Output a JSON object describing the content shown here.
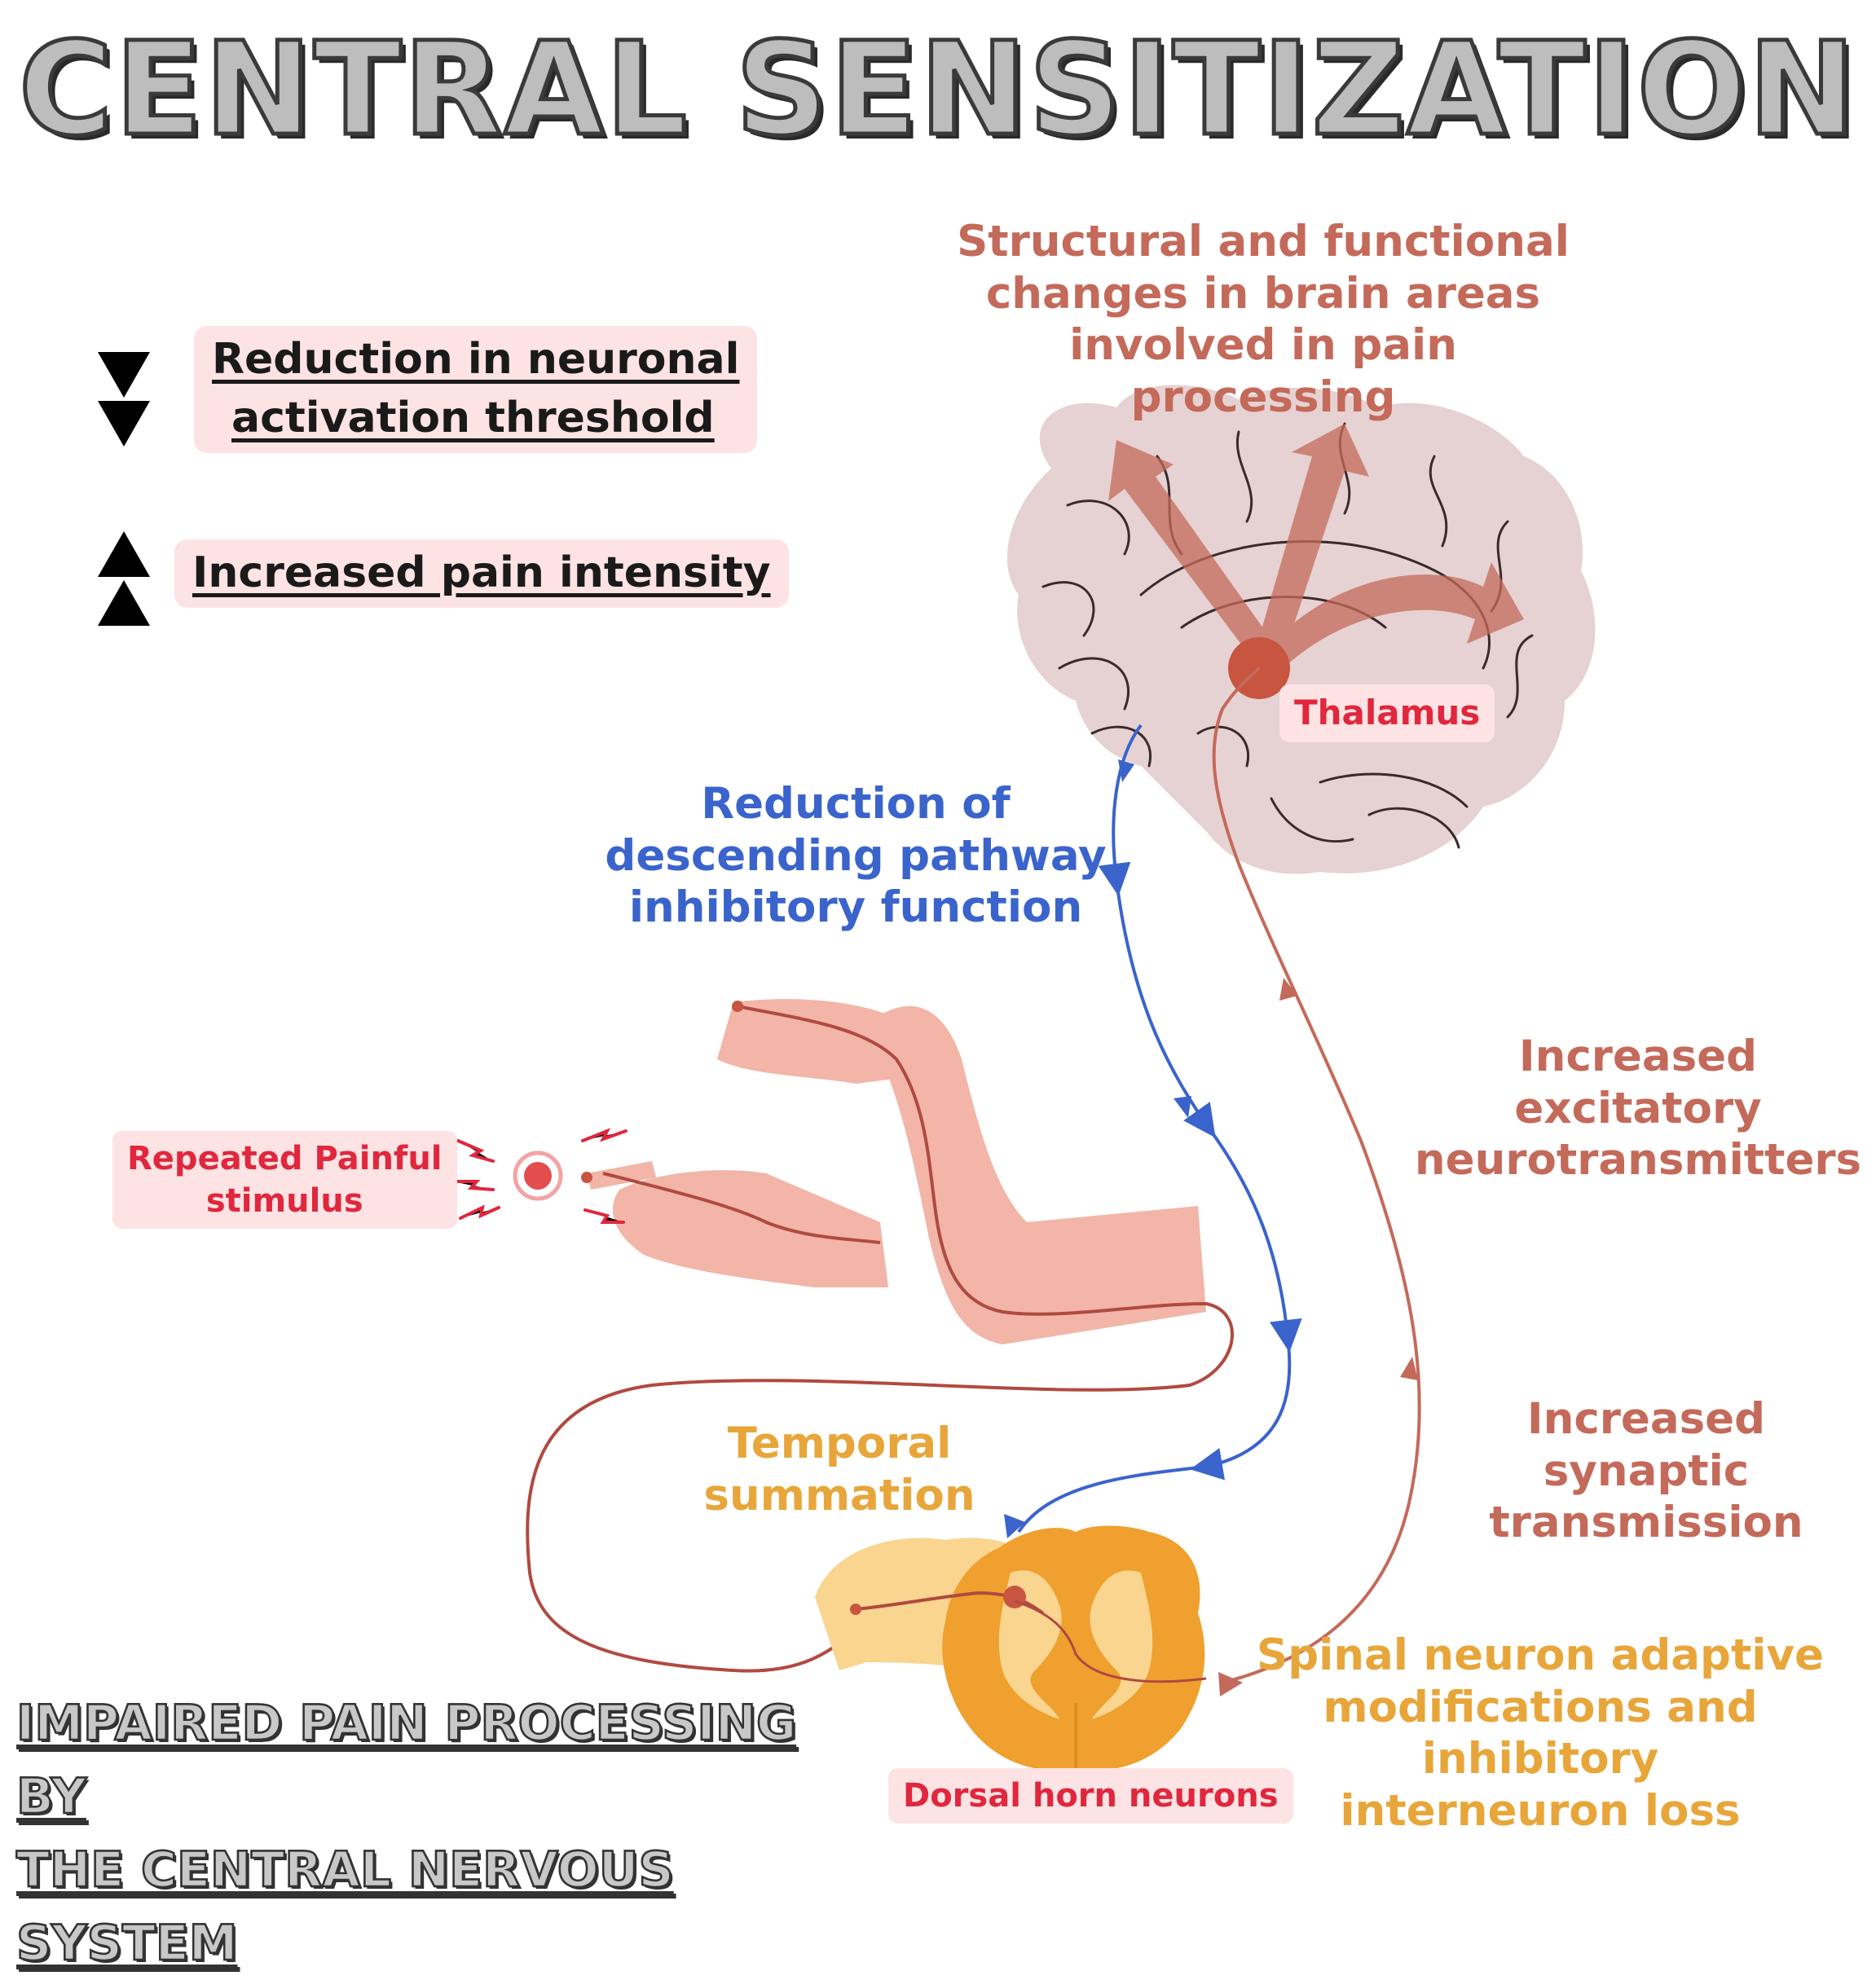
{
  "title": "CENTRAL SENSITIZATION",
  "legend": {
    "reduction": [
      "Reduction in neuronal",
      "activation threshold"
    ],
    "increase": "Increased pain intensity"
  },
  "labels": {
    "brain_changes": [
      "Structural and functional",
      "changes in brain areas",
      "involved in pain processing"
    ],
    "thalamus": "Thalamus",
    "descending": [
      "Reduction of",
      "descending pathway",
      "inhibitory function"
    ],
    "excitatory": [
      "Increased excitatory",
      "neurotransmitters"
    ],
    "stimulus": [
      "Repeated Painful",
      "stimulus"
    ],
    "synaptic": [
      "Increased synaptic",
      "transmission"
    ],
    "temporal": [
      "Temporal",
      "summation"
    ],
    "spinal": [
      "Spinal neuron adaptive",
      "modifications and inhibitory",
      "interneuron loss"
    ],
    "dorsal": "Dorsal horn neurons"
  },
  "bottom_title": [
    "IMPAIRED PAIN PROCESSING BY",
    "THE CENTRAL NERVOUS SYSTEM"
  ],
  "colors": {
    "brown": "#c46a5a",
    "blue": "#3a64cc",
    "orange": "#e8a63a",
    "red": "#e0273d",
    "brain": "#e6d2d2",
    "arm": "#f2b5a8",
    "cord": "#f0a02e"
  }
}
